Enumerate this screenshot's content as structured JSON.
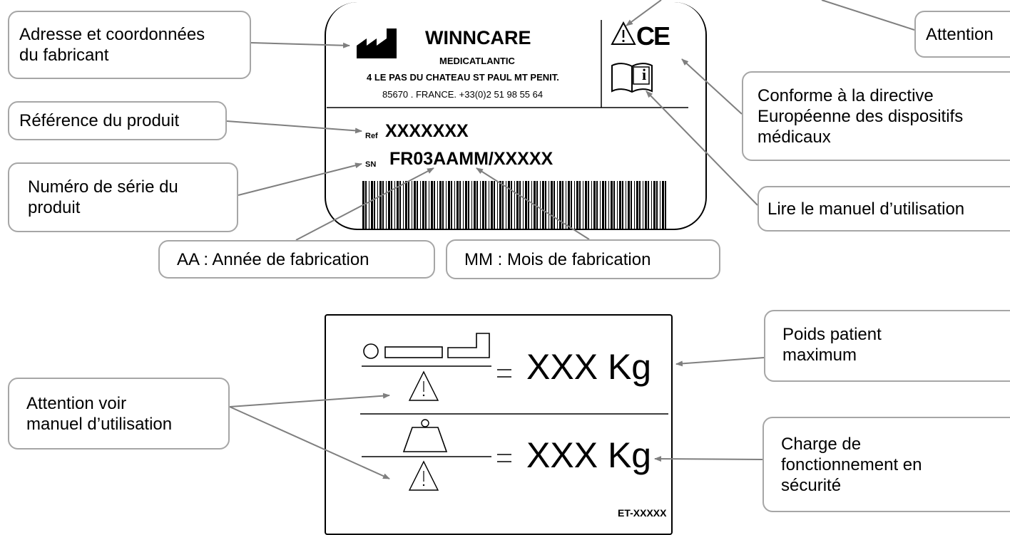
{
  "top_label": {
    "brand": "WINNCARE",
    "company": "MEDICATLANTIC",
    "address_line1": "4 LE PAS DU CHATEAU ST PAUL MT PENIT.",
    "address_line2": "85670 . FRANCE. +33(0)2 51 98 55 64",
    "ref_prefix": "Ref",
    "ref_value": "XXXXXXX",
    "sn_prefix": "SN",
    "sn_value": "FR03AAMM/XXXXX",
    "ce_mark": "CE",
    "info_glyph": "i"
  },
  "bottom_label": {
    "max_patient_weight": "XXX Kg",
    "safe_working_load": "XXX Kg",
    "code": "ET-XXXXX"
  },
  "callouts": {
    "manufacturer": "Adresse et coordonnées\ndu fabricant",
    "reference": "Référence du produit",
    "serial": "Numéro de série du\nproduit",
    "year": "AA : Année de fabrication",
    "month": "MM : Mois de fabrication",
    "attention": "Attention",
    "ce_conformity": "Conforme à la directive\nEuropéenne des dispositifs\nmédicaux",
    "read_manual": "Lire le manuel d’utilisation",
    "attention_manual": "Attention voir\nmanuel d’utilisation",
    "patient_weight": "Poids patient\nmaximum",
    "working_load": "Charge de\nfonctionnement en\nsécurité"
  },
  "icons": {
    "manufacturer": "factory-icon",
    "warning": "warning-triangle-icon",
    "ce": "ce-mark-icon",
    "manual": "manual-book-icon",
    "bed": "bed-icon",
    "weight": "weight-icon",
    "barcode": "barcode-icon"
  },
  "colors": {
    "callout_border": "#a6a6a6",
    "leader_line": "#7f7f7f",
    "label_border": "#000000"
  }
}
